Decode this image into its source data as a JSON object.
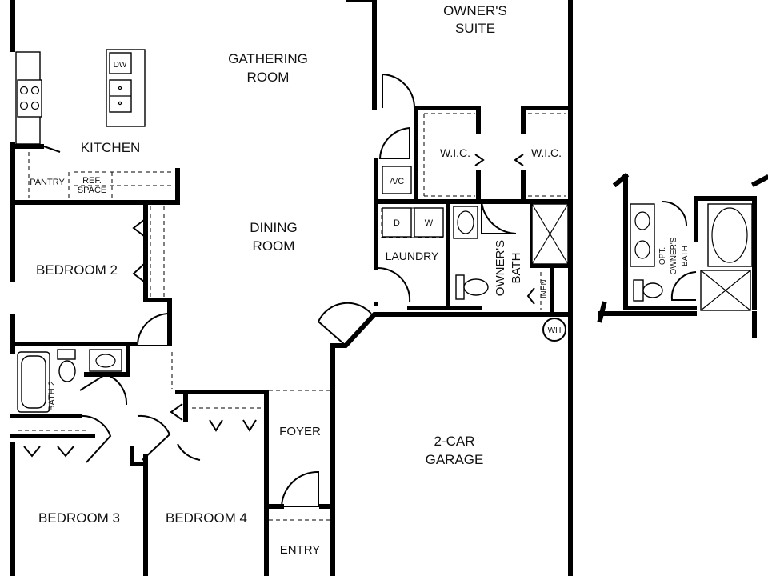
{
  "rooms": {
    "owners_suite": [
      "OWNER'S",
      "SUITE"
    ],
    "gathering_room": [
      "GATHERING",
      "ROOM"
    ],
    "kitchen": "KITCHEN",
    "pantry": "PANTRY",
    "ref_space": [
      "REF.",
      "SPACE"
    ],
    "dishwasher": "DW",
    "dining_room": [
      "DINING",
      "ROOM"
    ],
    "bedroom_2": "BEDROOM 2",
    "bedroom_3": "BEDROOM 3",
    "bedroom_4": "BEDROOM 4",
    "bath_2": "BATH 2",
    "wic_left": "W.I.C.",
    "wic_right": "W.I.C.",
    "ac": "A/C",
    "dryer": "D",
    "washer": "W",
    "laundry": "LAUNDRY",
    "owners_bath": [
      "OWNER'S",
      "BATH"
    ],
    "linen": "LINEN",
    "water_heater": "WH",
    "foyer": "FOYER",
    "entry": "ENTRY",
    "garage": [
      "2-CAR",
      "GARAGE"
    ],
    "opt_owners_bath": [
      "OPT.",
      "OWNER'S",
      "BATH"
    ]
  }
}
